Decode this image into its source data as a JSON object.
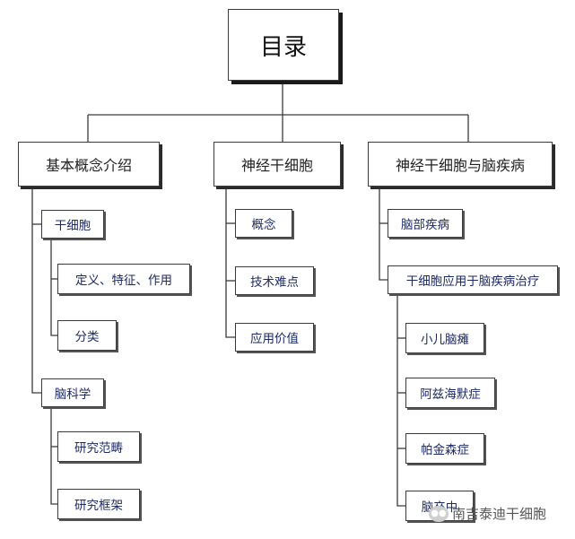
{
  "root": "目录",
  "columns": [
    {
      "title": "基本概念介绍",
      "items": [
        {
          "label": "干细胞",
          "children": [
            "定义、特征、作用",
            "分类"
          ]
        },
        {
          "label": "脑科学",
          "children": [
            "研究范畴",
            "研究框架"
          ]
        }
      ]
    },
    {
      "title": "神经干细胞",
      "items": [
        {
          "label": "概念",
          "children": []
        },
        {
          "label": "技术难点",
          "children": []
        },
        {
          "label": "应用价值",
          "children": []
        }
      ]
    },
    {
      "title": "神经干细胞与脑疾病",
      "items": [
        {
          "label": "脑部疾病",
          "children": []
        },
        {
          "label": "干细胞应用于脑疾病治疗",
          "children": [
            "小儿脑瘫",
            "阿兹海默症",
            "帕金森症",
            "脑卒中"
          ]
        }
      ]
    }
  ],
  "watermark": "南吉泰迪干细胞"
}
